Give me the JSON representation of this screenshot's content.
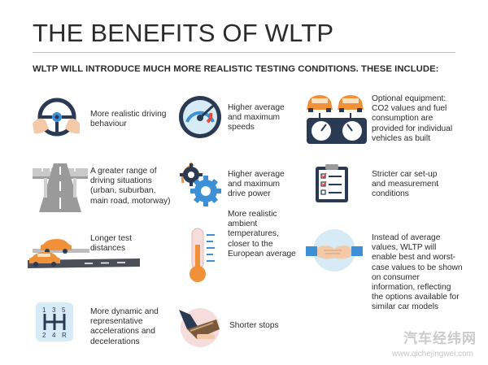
{
  "header": {
    "title": "THE BENEFITS OF WLTP",
    "subtitle": "WLTP WILL INTRODUCE MUCH MORE REALISTIC TESTING CONDITIONS. THESE INCLUDE:"
  },
  "benefits": [
    {
      "id": "realistic-driving",
      "icon": "steering-wheel-icon",
      "text": "More realistic driving behaviour"
    },
    {
      "id": "range-situations",
      "icon": "highway-icon",
      "text": "A greater range of driving situations (urban, suburban, main road, motorway)"
    },
    {
      "id": "longer-distances",
      "icon": "road-cars-icon",
      "text": "Longer test distances"
    },
    {
      "id": "dynamic-accelerations",
      "icon": "gear-shift-icon",
      "text": "More dynamic and representative accelerations and decelerations"
    },
    {
      "id": "higher-speeds",
      "icon": "speedometer-icon",
      "text": "Higher average and maximum speeds"
    },
    {
      "id": "drive-power",
      "icon": "gears-icon",
      "text": "Higher average and maximum drive power"
    },
    {
      "id": "ambient-temperatures",
      "icon": "thermometer-icon",
      "text": "More realistic ambient temperatures, closer to the European average"
    },
    {
      "id": "shorter-stops",
      "icon": "stopwatch-icon",
      "text": "Shorter stops"
    },
    {
      "id": "optional-equipment",
      "icon": "cars-gauges-icon",
      "text": "Optional equipment: CO2 values and fuel consumption are provided for individual vehicles as built"
    },
    {
      "id": "stricter-setup",
      "icon": "clipboard-checklist-icon",
      "text": "Stricter car set-up and measurement conditions"
    },
    {
      "id": "best-worst-values",
      "icon": "handshake-icon",
      "text": "Instead of average values, WLTP will enable best and worst-case values to be shown on consumer information, reflecting the options available for similar car models"
    }
  ],
  "watermark": {
    "brand": "汽车经纬网",
    "url": "www.qichejingwei.com"
  },
  "colors": {
    "accent_orange": "#f0913a",
    "accent_blue": "#3d8fd6",
    "navy": "#2a3a52",
    "pale_blue": "#d7ebf6",
    "pale_pink": "#f7dcdc"
  }
}
